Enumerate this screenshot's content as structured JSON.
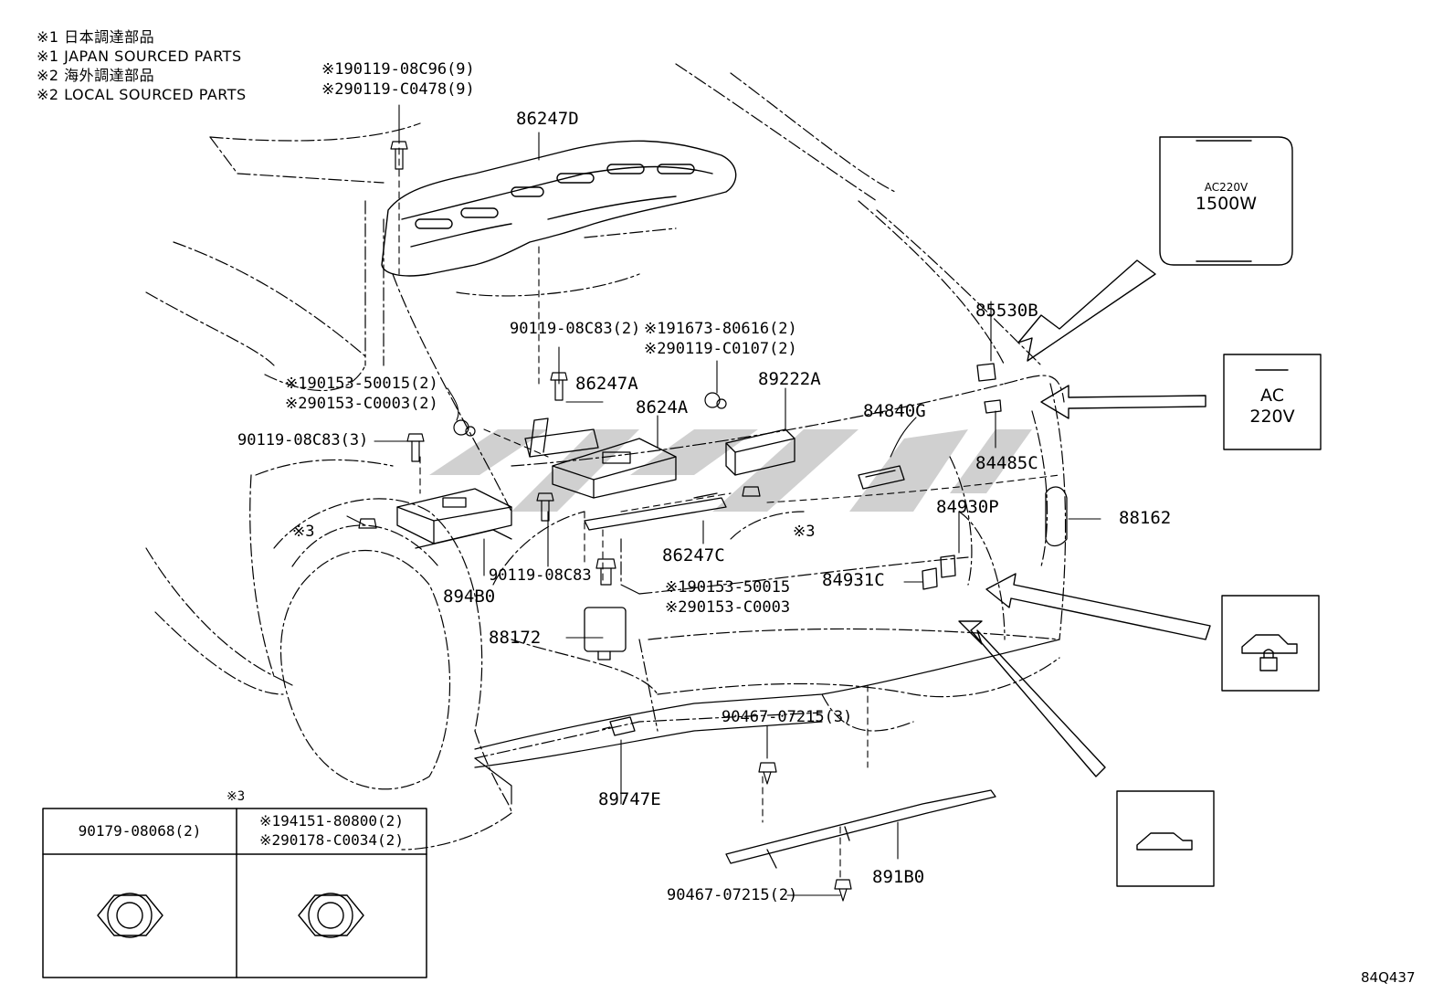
{
  "notes": {
    "line1": "※1 日本調達部品",
    "line2": "※1 JAPAN SOURCED PARTS",
    "line3": "※2 海外調達部品",
    "line4": "※2 LOCAL SOURCED PARTS"
  },
  "labels": {
    "bolt_top_1": "※190119-08C96(9)",
    "bolt_top_2": "※290119-C0478(9)",
    "p86247D": "86247D",
    "bolt_mid_a": "90119-08C83(2)",
    "nut_a_1": "※191673-80616(2)",
    "nut_a_2": "※290119-C0107(2)",
    "p86247A": "86247A",
    "p89222A": "89222A",
    "p8624A": "8624A",
    "nut_b_1": "※190153-50015(2)",
    "nut_b_2": "※290153-C0003(2)",
    "bolt_left": "90119-08C83(3)",
    "p84840G": "84840G",
    "p85530B": "85530B",
    "p84485C": "84485C",
    "ref3_left": "※3",
    "ref3_right": "※3",
    "p84930P": "84930P",
    "p88162": "88162",
    "bolt_center": "90119-08C83",
    "p86247C": "86247C",
    "nut_c_1": "※190153-50015",
    "nut_c_2": "※290153-C0003",
    "p84931C": "84931C",
    "p894B0": "894B0",
    "p88172": "88172",
    "clip_top": "90467-07215(3)",
    "p89747E": "89747E",
    "p891B0": "891B0",
    "clip_bottom": "90467-07215(2)",
    "diagram_code": "84Q437"
  },
  "insets": {
    "outlet_cover": {
      "line1": "AC220V",
      "line2": "1500W"
    },
    "ac_switch": {
      "line1": "AC",
      "line2": "220V"
    }
  },
  "table": {
    "title": "※3",
    "col1_head": "90179-08068(2)",
    "col2_head_1": "※194151-80800(2)",
    "col2_head_2": "※290178-C0034(2)"
  },
  "colors": {
    "line": "#000000",
    "watermark": "#c8c8c8"
  },
  "icons": [
    "outlet-cover-icon",
    "ac-switch-icon",
    "lock-vehicle-icon",
    "vehicle-icon",
    "nut-icon"
  ]
}
